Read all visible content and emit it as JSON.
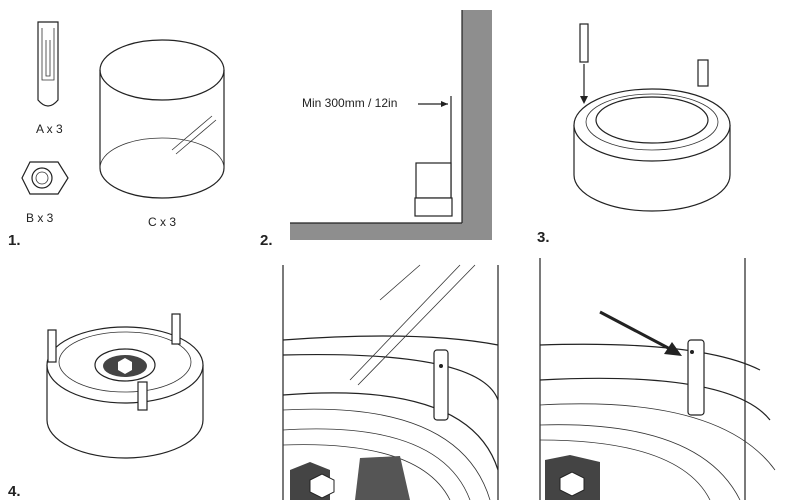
{
  "steps": [
    {
      "number": "1.",
      "parts": [
        {
          "label": "A x 3"
        },
        {
          "label": "B x 3"
        },
        {
          "label": "C x 3"
        }
      ]
    },
    {
      "number": "2.",
      "clearance_label": "Min 300mm / 12in"
    },
    {
      "number": "3."
    },
    {
      "number": "4."
    }
  ],
  "colors": {
    "wall": "#8e8e8e",
    "line": "#222222",
    "tray": "#444444"
  }
}
